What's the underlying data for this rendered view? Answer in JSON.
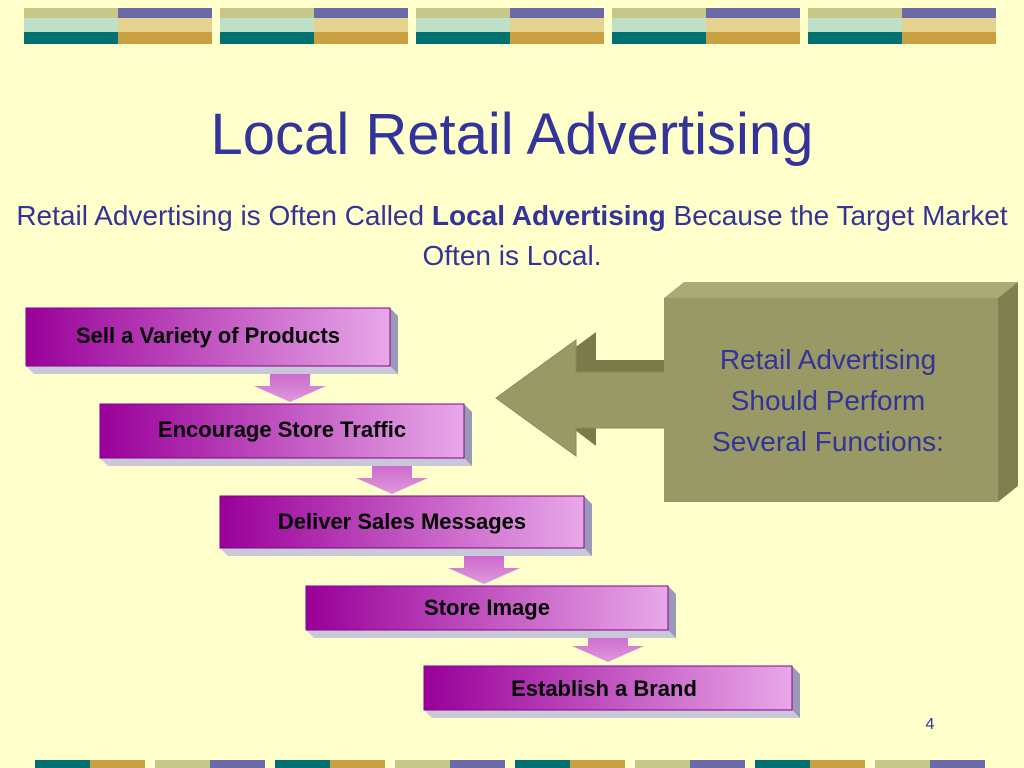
{
  "slide": {
    "title": "Local Retail Advertising",
    "subtitle_before": "Retail Advertising is Often Called ",
    "subtitle_bold": "Local Advertising",
    "subtitle_after": " Because the Target Market Often is Local.",
    "page_number": "4"
  },
  "callout": {
    "lines": [
      "Retail Advertising",
      "Should Perform",
      "Several Functions:"
    ]
  },
  "functions": [
    "Sell a Variety of Products",
    "Encourage Store Traffic",
    "Deliver Sales Messages",
    "Store Image",
    "Establish a Brand"
  ],
  "colors": {
    "background": "#ffffcc",
    "text_primary": "#333399",
    "box_dark": "#990099",
    "box_light": "#e7a7e7",
    "callout_fill": "#999966",
    "border_navy": "#666699",
    "border_gold": "#cc9933",
    "border_teal": "#006666"
  }
}
